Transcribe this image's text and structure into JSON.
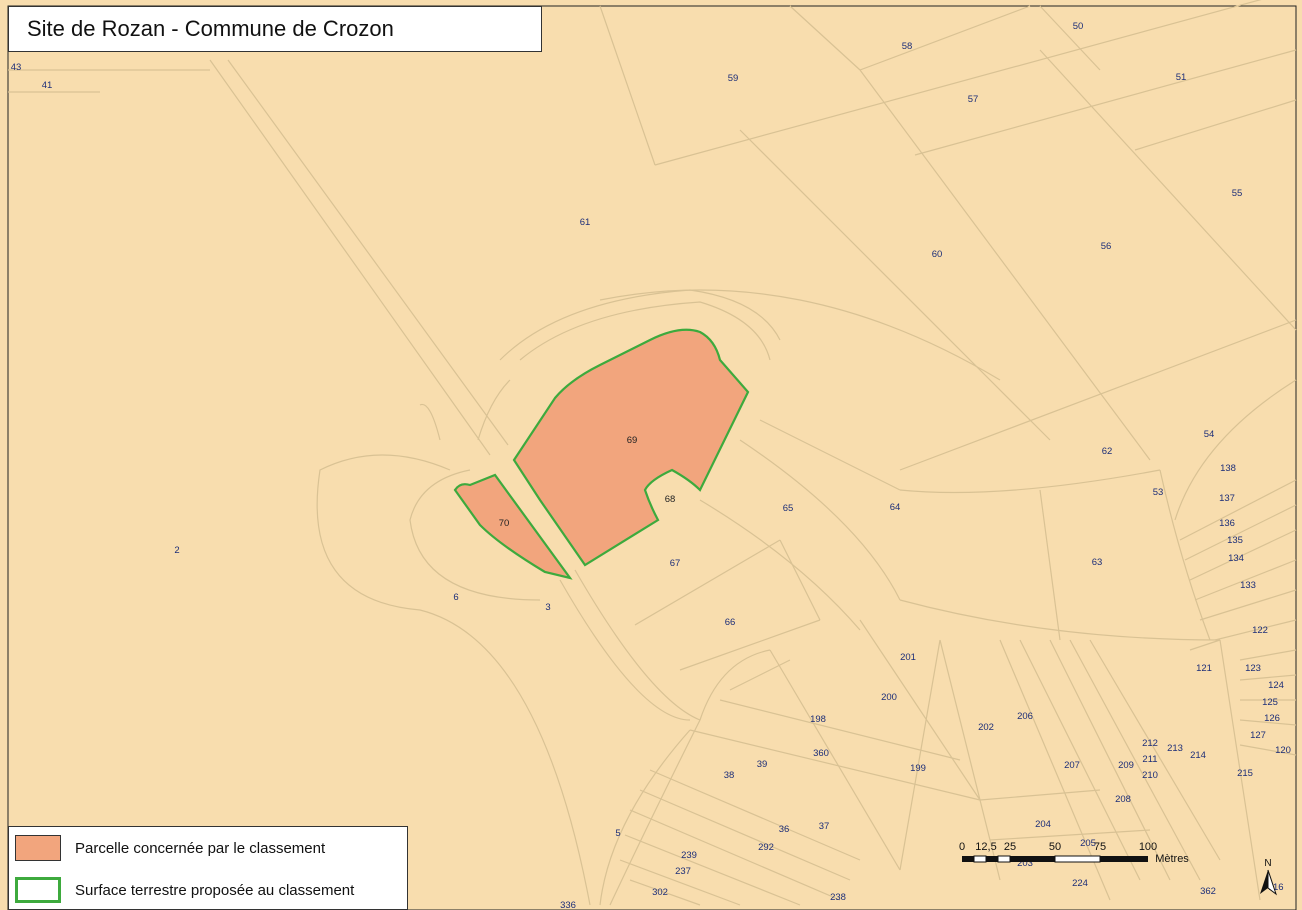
{
  "title": "Site de Rozan - Commune de Crozon",
  "legend": {
    "parcel_label": "Parcelle concernée par le classement",
    "surface_label": "Surface terrestre proposée au classement"
  },
  "colors": {
    "background": "#f8ddae",
    "parcel_fill": "#f2a57d",
    "parcel_outline": "#3daa3d",
    "line": "#dcc49a",
    "label": "#1d2e78"
  },
  "scale": {
    "ticks": [
      "0",
      "12,5",
      "25",
      "50",
      "75",
      "100"
    ],
    "unit": "Mètres"
  },
  "north": "N",
  "parcels": [
    {
      "id": "p43",
      "label": "43"
    },
    {
      "id": "p41",
      "label": "41"
    },
    {
      "id": "p50",
      "label": "50"
    },
    {
      "id": "p58",
      "label": "58"
    },
    {
      "id": "p59",
      "label": "59"
    },
    {
      "id": "p51",
      "label": "51"
    },
    {
      "id": "p57",
      "label": "57"
    },
    {
      "id": "p55",
      "label": "55"
    },
    {
      "id": "p61",
      "label": "61"
    },
    {
      "id": "p60",
      "label": "60"
    },
    {
      "id": "p56",
      "label": "56"
    },
    {
      "id": "p69",
      "label": "69"
    },
    {
      "id": "p62",
      "label": "62"
    },
    {
      "id": "p54",
      "label": "54"
    },
    {
      "id": "p138",
      "label": "138"
    },
    {
      "id": "p68",
      "label": "68"
    },
    {
      "id": "p65",
      "label": "65"
    },
    {
      "id": "p64",
      "label": "64"
    },
    {
      "id": "p53",
      "label": "53"
    },
    {
      "id": "p137",
      "label": "137"
    },
    {
      "id": "p70",
      "label": "70"
    },
    {
      "id": "p136",
      "label": "136"
    },
    {
      "id": "p135",
      "label": "135"
    },
    {
      "id": "p2",
      "label": "2"
    },
    {
      "id": "p67",
      "label": "67"
    },
    {
      "id": "p63",
      "label": "63"
    },
    {
      "id": "p134",
      "label": "134"
    },
    {
      "id": "p133",
      "label": "133"
    },
    {
      "id": "p6",
      "label": "6"
    },
    {
      "id": "p3",
      "label": "3"
    },
    {
      "id": "p66",
      "label": "66"
    },
    {
      "id": "p122",
      "label": "122"
    },
    {
      "id": "p201",
      "label": "201"
    },
    {
      "id": "p121",
      "label": "121"
    },
    {
      "id": "p123",
      "label": "123"
    },
    {
      "id": "p124",
      "label": "124"
    },
    {
      "id": "p200",
      "label": "200"
    },
    {
      "id": "p125",
      "label": "125"
    },
    {
      "id": "p206",
      "label": "206"
    },
    {
      "id": "p126",
      "label": "126"
    },
    {
      "id": "p198",
      "label": "198"
    },
    {
      "id": "p202",
      "label": "202"
    },
    {
      "id": "p127",
      "label": "127"
    },
    {
      "id": "p212",
      "label": "212"
    },
    {
      "id": "p213",
      "label": "213"
    },
    {
      "id": "p120",
      "label": "120"
    },
    {
      "id": "p360",
      "label": "360"
    },
    {
      "id": "p214",
      "label": "214"
    },
    {
      "id": "p211",
      "label": "211"
    },
    {
      "id": "p39",
      "label": "39"
    },
    {
      "id": "p199",
      "label": "199"
    },
    {
      "id": "p207",
      "label": "207"
    },
    {
      "id": "p209",
      "label": "209"
    },
    {
      "id": "p38",
      "label": "38"
    },
    {
      "id": "p210",
      "label": "210"
    },
    {
      "id": "p215",
      "label": "215"
    },
    {
      "id": "p208",
      "label": "208"
    },
    {
      "id": "p204",
      "label": "204"
    },
    {
      "id": "p37",
      "label": "37"
    },
    {
      "id": "p36",
      "label": "36"
    },
    {
      "id": "p5",
      "label": "5"
    },
    {
      "id": "p205",
      "label": "205"
    },
    {
      "id": "p292",
      "label": "292"
    },
    {
      "id": "p239",
      "label": "239"
    },
    {
      "id": "p203",
      "label": "203"
    },
    {
      "id": "p237",
      "label": "237"
    },
    {
      "id": "p224",
      "label": "224"
    },
    {
      "id": "p302",
      "label": "302"
    },
    {
      "id": "p238",
      "label": "238"
    },
    {
      "id": "p336",
      "label": "336"
    },
    {
      "id": "p362",
      "label": "362"
    },
    {
      "id": "p116",
      "label": "116"
    }
  ]
}
